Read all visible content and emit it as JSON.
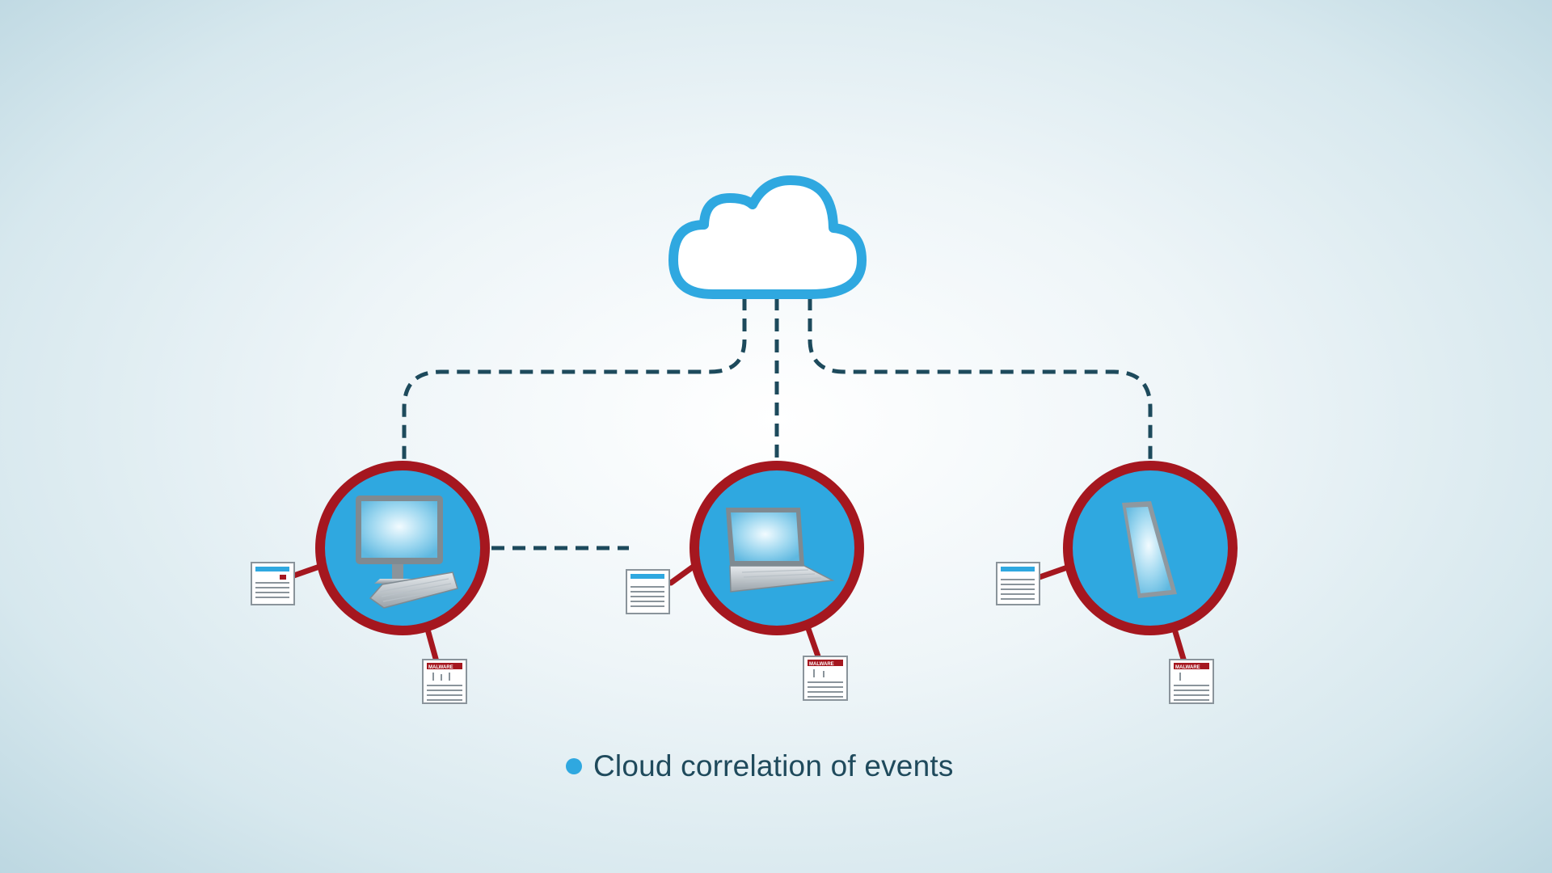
{
  "caption": {
    "bullet_text": "Cloud correlation of events"
  },
  "nodes": [
    {
      "name": "desktop",
      "icon": "desktop-computer-icon"
    },
    {
      "name": "laptop",
      "icon": "laptop-icon"
    },
    {
      "name": "tablet",
      "icon": "tablet-icon"
    }
  ],
  "cloud": {
    "icon": "cloud-icon"
  },
  "documents": {
    "malware_label": "MALWARE"
  },
  "colors": {
    "cloud_stroke": "#2fa8e0",
    "ring": "#a5171f",
    "node_fill": "#2fa8e0",
    "dashed_line": "#1d4a5c",
    "bullet": "#2fa8e0"
  }
}
